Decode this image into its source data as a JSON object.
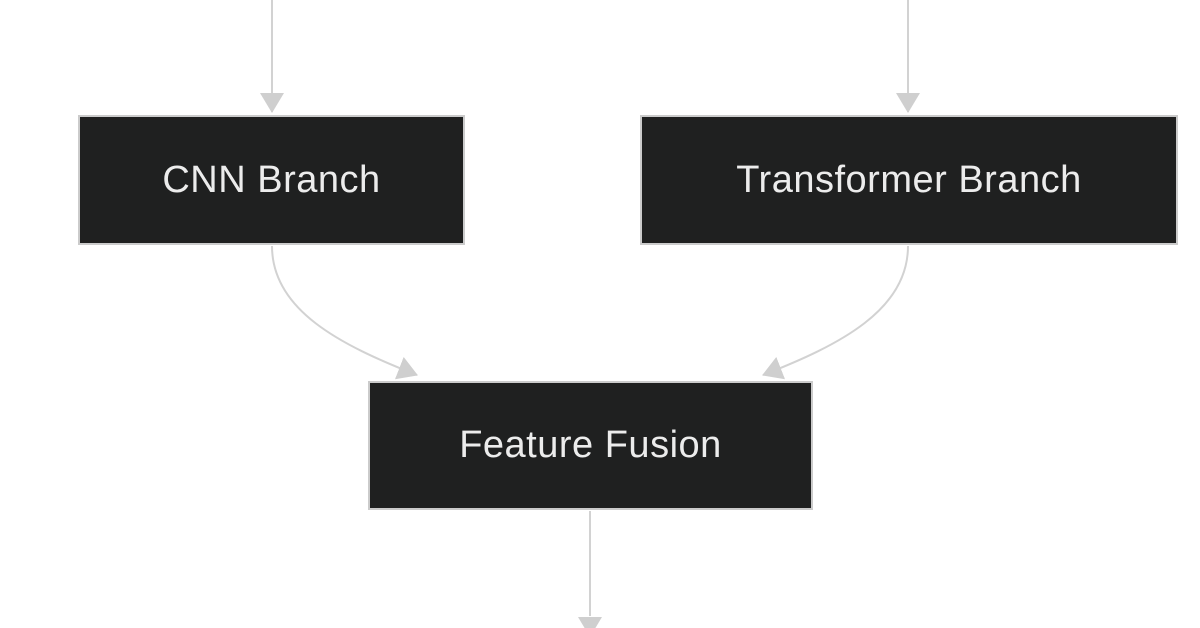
{
  "diagram": {
    "type": "flowchart",
    "direction": "top-down",
    "nodes": [
      {
        "id": "cnn",
        "label": "CNN Branch"
      },
      {
        "id": "transformer",
        "label": "Transformer Branch"
      },
      {
        "id": "fusion",
        "label": "Feature Fusion"
      }
    ],
    "edges": [
      {
        "from": "offscreen-top-left",
        "to": "cnn",
        "style": "arrow"
      },
      {
        "from": "offscreen-top-right",
        "to": "transformer",
        "style": "arrow"
      },
      {
        "from": "cnn",
        "to": "fusion",
        "style": "curved-arrow"
      },
      {
        "from": "transformer",
        "to": "fusion",
        "style": "curved-arrow"
      },
      {
        "from": "fusion",
        "to": "offscreen-bottom",
        "style": "arrow-clipped"
      }
    ],
    "colors": {
      "background": "#ffffff",
      "node_fill": "#1f2020",
      "node_border": "#cbcbcb",
      "node_text": "#ececec",
      "edge_line": "#d2d2d2",
      "arrowhead_fill": "#cfcfcf"
    }
  }
}
